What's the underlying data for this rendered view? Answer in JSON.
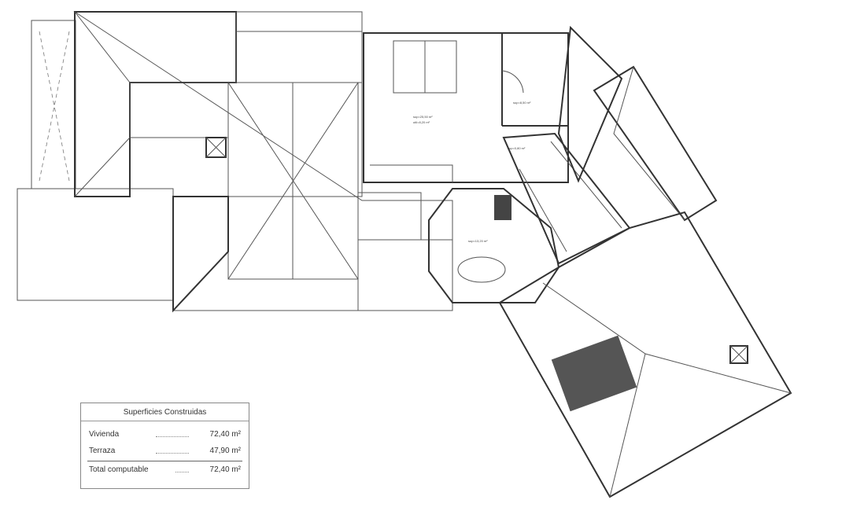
{
  "plan": {
    "rooms": [
      {
        "label": "sup=25,50 m²",
        "label2": "util=8,20 m²"
      },
      {
        "label": "sup=8,50 m²"
      },
      {
        "label": "sup=0,80 m²"
      },
      {
        "label": "sup=13,20 m²"
      }
    ]
  },
  "legend": {
    "title": "Superficies Construidas",
    "rows": [
      {
        "name": "Vivienda",
        "value": "72,40 m²"
      },
      {
        "name": "Terraza",
        "value": "47,90 m²"
      }
    ],
    "total": {
      "name": "Total computable",
      "value": "72,40 m²"
    }
  }
}
